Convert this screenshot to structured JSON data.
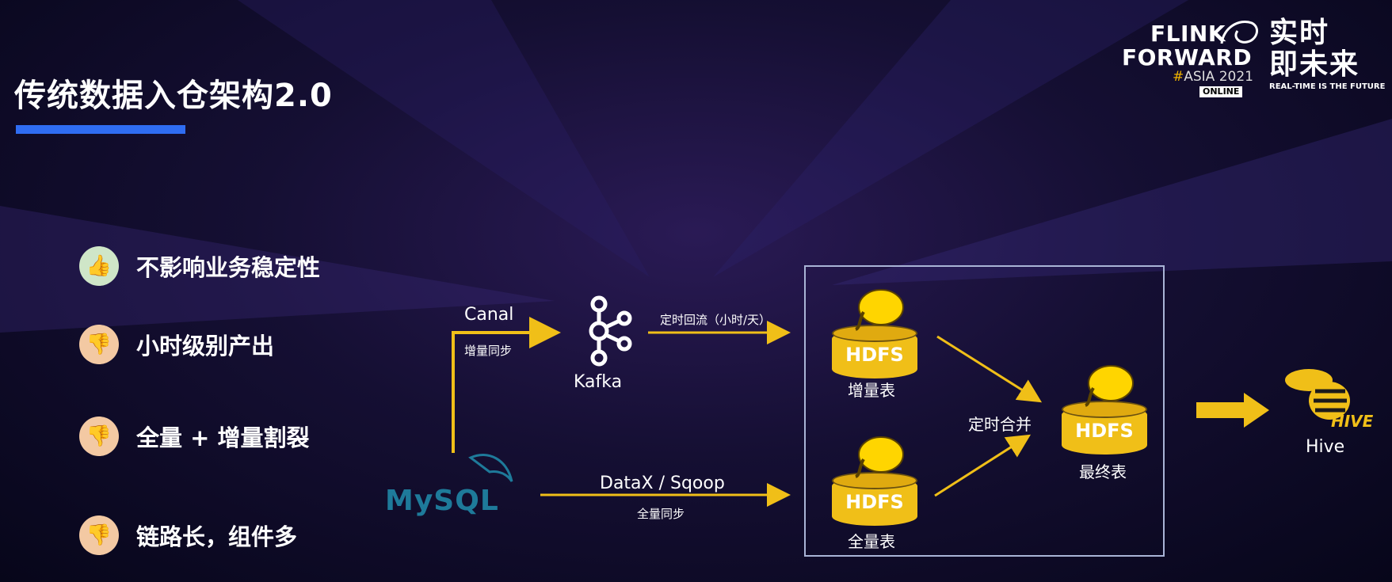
{
  "header": {
    "title": "传统数据入仓架构2.0"
  },
  "logo": {
    "flink_line1": "FLINK",
    "flink_line2": "FORWARD",
    "hash": "#",
    "asia": "ASIA 2021",
    "online": "ONLINE",
    "cn_line1": "实时",
    "cn_line2": "即未来",
    "tagline": "REAL-TIME IS THE FUTURE"
  },
  "bullets": [
    {
      "icon": "thumbs-up-icon",
      "text": "不影响业务稳定性"
    },
    {
      "icon": "thumbs-down-icon",
      "text": "小时级别产出"
    },
    {
      "icon": "thumbs-down-icon",
      "text": "全量 + 增量割裂"
    },
    {
      "icon": "thumbs-down-icon",
      "text": "链路长，组件多"
    }
  ],
  "diagram": {
    "mysql": "MySQL",
    "canal": "Canal",
    "incremental_sync": "增量同步",
    "kafka": "Kafka",
    "scheduled_backflow": "定时回流（小时/天）",
    "datax_sqoop": "DataX / Sqoop",
    "full_sync": "全量同步",
    "hdfs": "HDFS",
    "incremental_table": "增量表",
    "full_table": "全量表",
    "scheduled_merge": "定时合并",
    "final_table": "最终表",
    "hive": "Hive",
    "hive_logo_text": "HIVE"
  },
  "colors": {
    "accent_blue": "#2f6df2",
    "arrow_gold": "#f0bf18",
    "frame": "#a9b4d6"
  }
}
